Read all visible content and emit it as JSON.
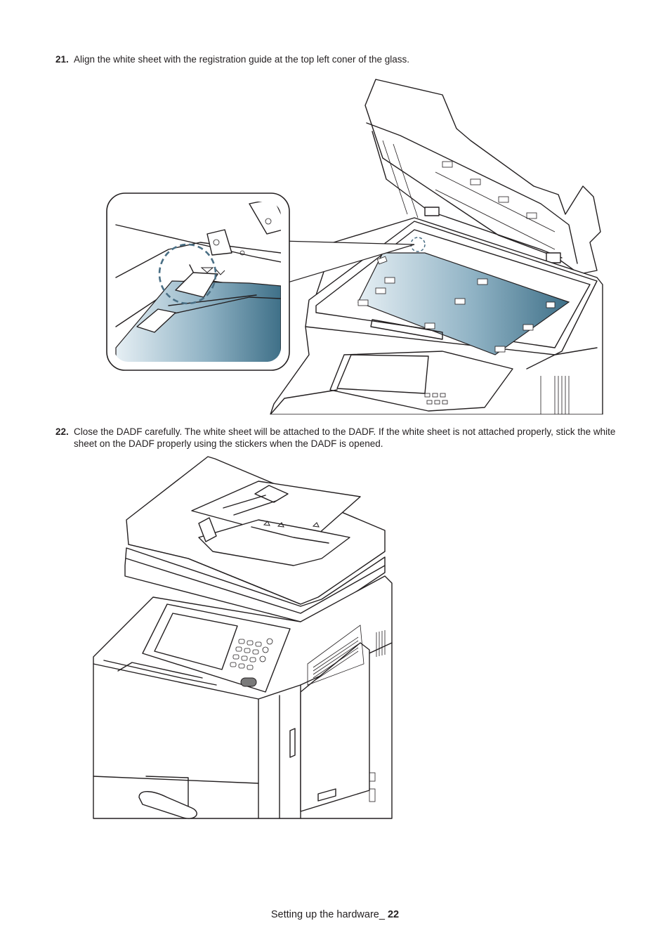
{
  "steps": [
    {
      "number": "21.",
      "text": "Align the white sheet with the registration guide at the top left coner of the glass."
    },
    {
      "number": "22.",
      "text": "Close the DADF carefully. The white sheet will be attached to the DADF. If the white sheet is not attached properly, stick the white sheet on the DADF properly using the stickers when the DADF is opened."
    }
  ],
  "footer": {
    "section": "Setting up the hardware_ ",
    "page": "22"
  },
  "colors": {
    "sheet_light": "#dfeaf0",
    "sheet_dark": "#4e7e96",
    "callout_dash": "#4a6f85",
    "ink": "#231f20"
  }
}
